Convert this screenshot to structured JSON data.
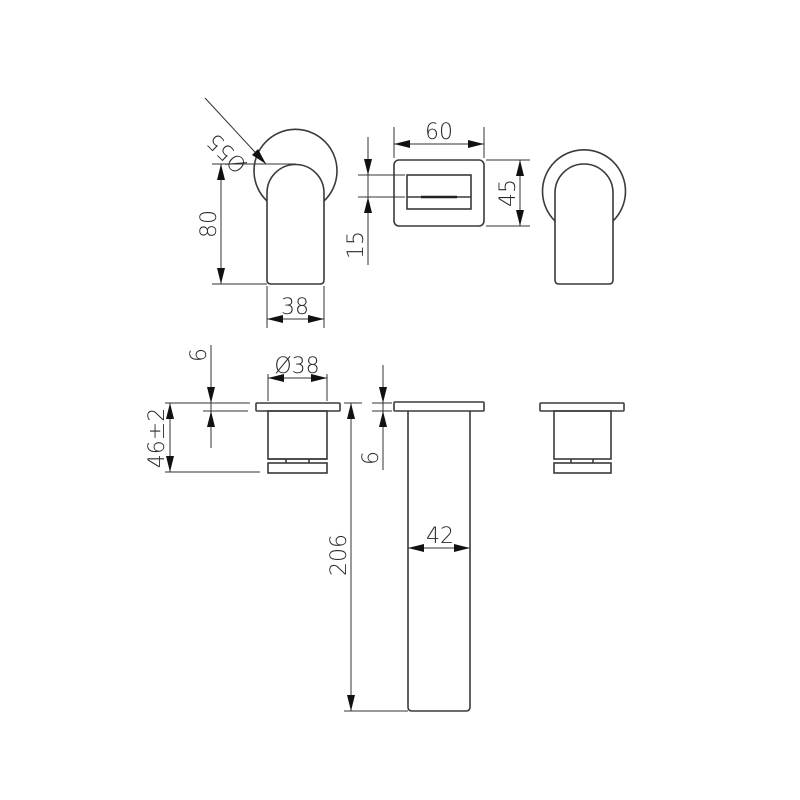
{
  "drawing": {
    "type": "technical-dimension-drawing",
    "subject": "wall-mounted spout / mixer trim",
    "units": "mm",
    "line_color": "#3a3a3a",
    "background": "#ffffff"
  },
  "views": {
    "side_view": {
      "dims": {
        "flange_diameter": "Ø55",
        "height": "80",
        "width": "38"
      }
    },
    "front_plate_view": {
      "dims": {
        "width": "60",
        "height": "45",
        "slot_height": "15"
      }
    },
    "side_view_right": {
      "dims": {}
    },
    "bottom_left_section": {
      "dims": {
        "flange_thickness": "6",
        "body_diameter": "Ø38",
        "depth": "46±2"
      }
    },
    "bottom_middle_section": {
      "dims": {
        "flange_thickness": "6",
        "length": "206",
        "tube_width": "42"
      }
    },
    "bottom_right_section": {
      "dims": {}
    }
  }
}
